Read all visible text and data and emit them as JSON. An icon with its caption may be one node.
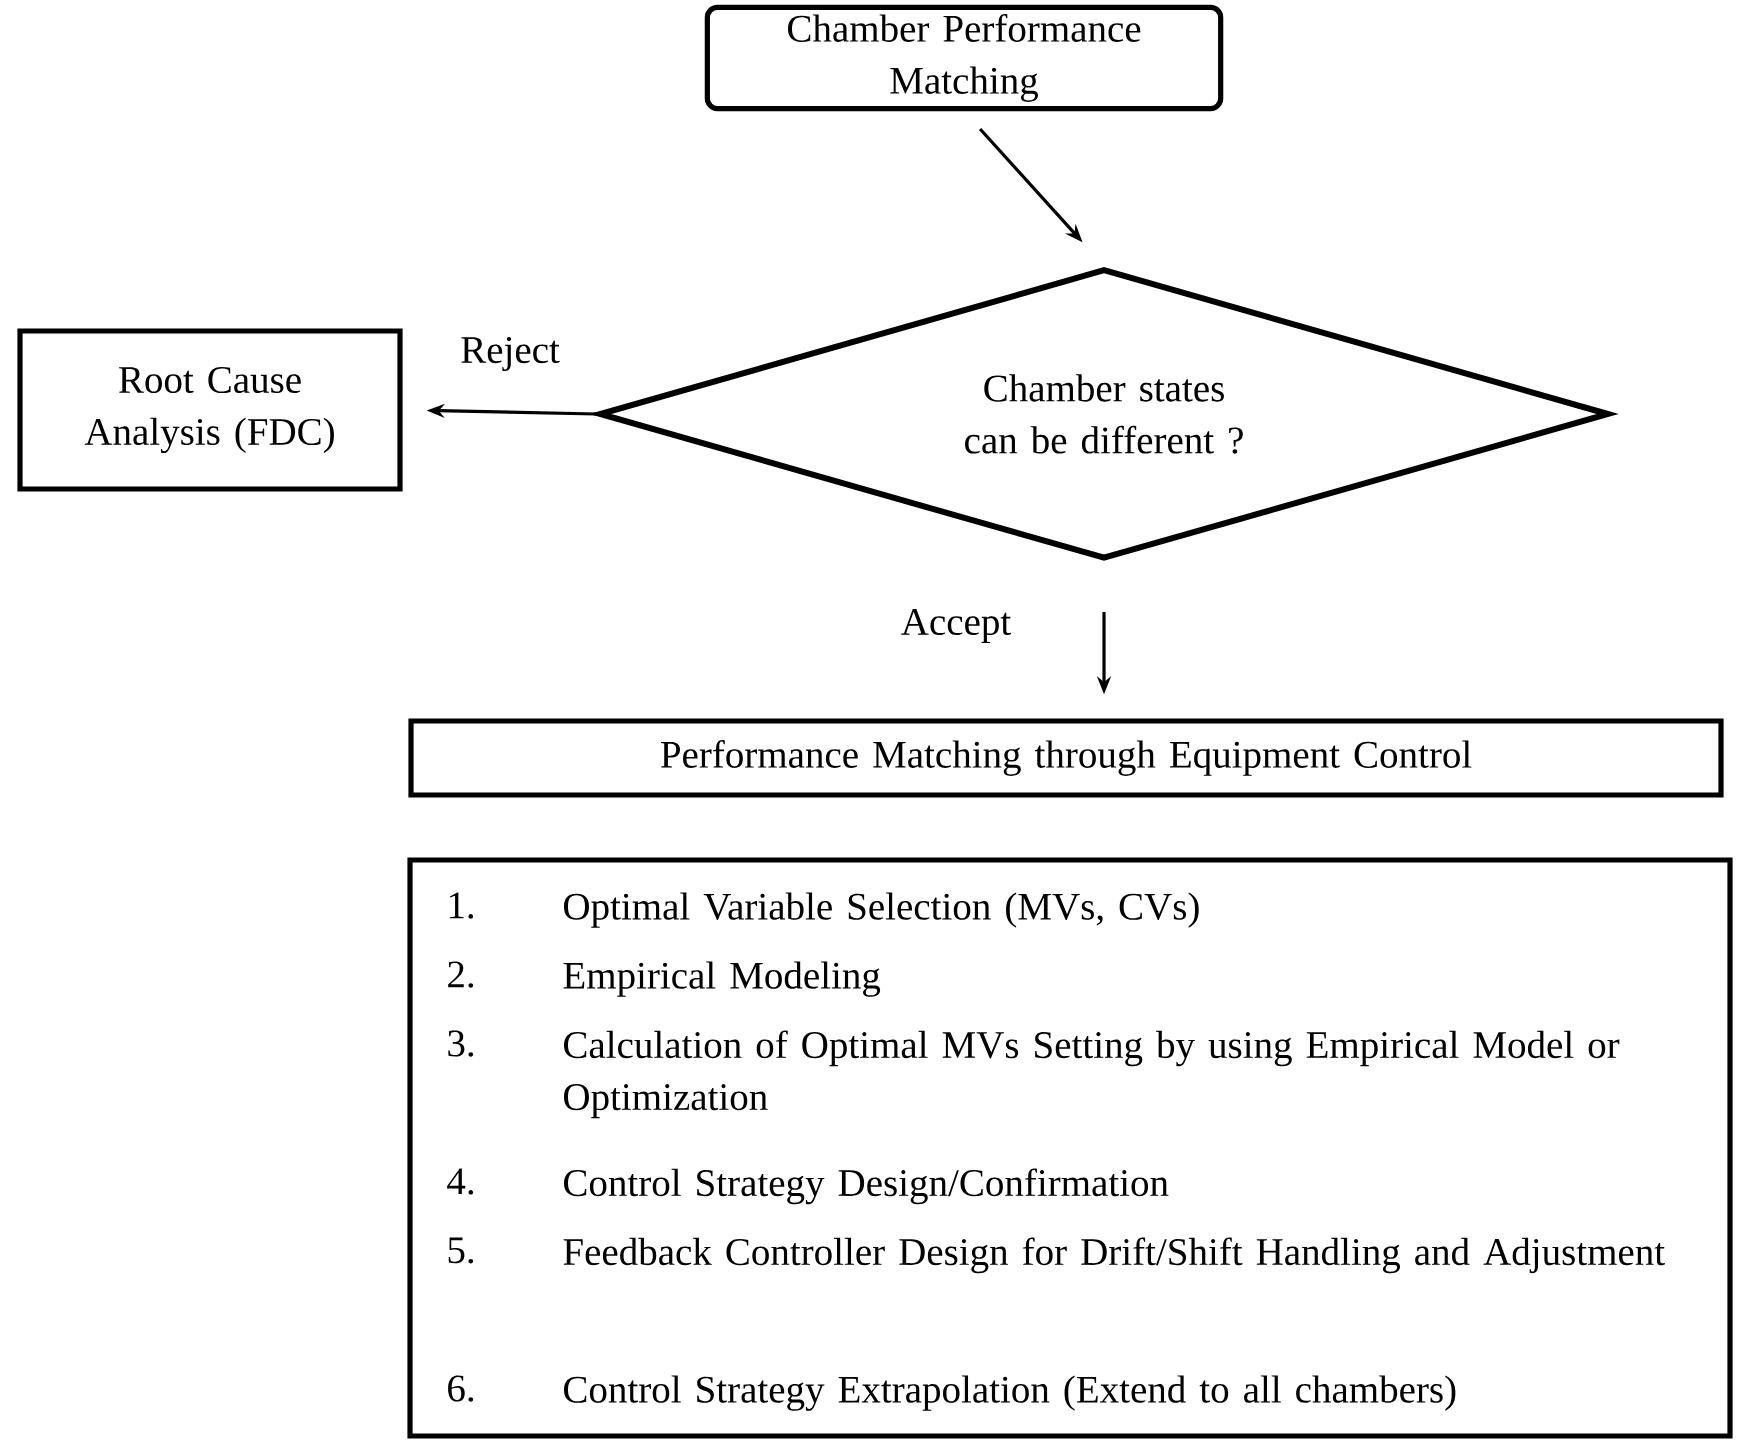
{
  "diagram": {
    "nodes": [
      {
        "text": [
          "Chamber Performance Matching"
        ]
      },
      {
        "text": [
          "Chamber states can be different ?"
        ]
      },
      {
        "text": [
          "Root Cause Analysis (FDC)"
        ]
      },
      {
        "text": [
          "Performance Matching through Equipment Control"
        ]
      },
      {
        "text": [
          "1.",
          "Optimal Variable Selection (MVs, CVs)",
          "2.",
          "Empirical Modeling",
          "3.",
          "Calculation of Optimal MVs Setting by using Empirical Model or Optimization",
          "4.",
          "Control Strategy Design/Confirmation",
          "5.",
          "Feedback Controller Design for Drift/Shift Handling and Adjustment",
          "6.",
          "Control Strategy Extrapolation (Extend to all chambers)"
        ]
      }
    ],
    "edges": [
      {
        "from": 0,
        "to": 1,
        "arrow": "to"
      },
      {
        "from": 1,
        "to": 2,
        "arrow": "to",
        "label": "Reject"
      },
      {
        "from": 1,
        "to": 3,
        "arrow": "to",
        "label": "Accept"
      }
    ]
  }
}
